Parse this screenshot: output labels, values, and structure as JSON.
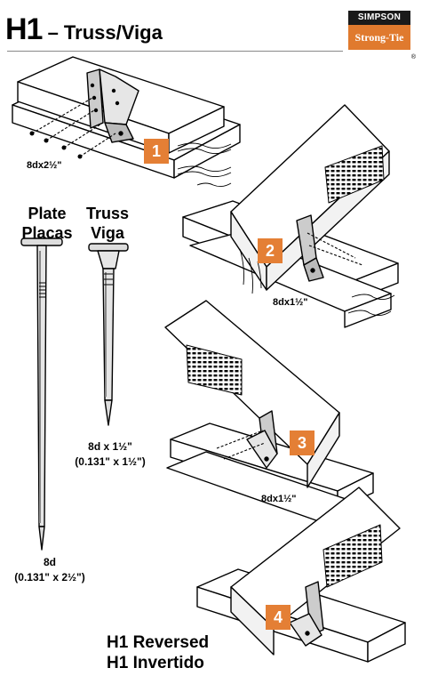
{
  "header": {
    "code": "H1",
    "title": " – Truss/Viga"
  },
  "logo": {
    "brand_top": "SIMPSON",
    "brand_bottom": "Strong-Tie",
    "mark": "®",
    "brand_color": "#e07a2e"
  },
  "steps": [
    {
      "number": "1",
      "nail_label": "8dx2½\""
    },
    {
      "number": "2",
      "nail_label": "8dx1½\""
    },
    {
      "number": "3",
      "nail_label": "8dx1½\""
    },
    {
      "number": "4"
    }
  ],
  "nails": {
    "plate": {
      "line1": "Plate",
      "line2": "Placas",
      "size": "8d",
      "dims": "(0.131\" x 2½\")"
    },
    "truss": {
      "line1": "Truss",
      "line2": "Viga",
      "size": "8d x 1½\"",
      "dims": "(0.131\" x 1½\")"
    }
  },
  "footer": {
    "line1": "H1 Reversed",
    "line2": "H1 Invertido"
  },
  "colors": {
    "badge": "#e47f35",
    "ink": "#000000",
    "shade": "#b0b0b0"
  }
}
